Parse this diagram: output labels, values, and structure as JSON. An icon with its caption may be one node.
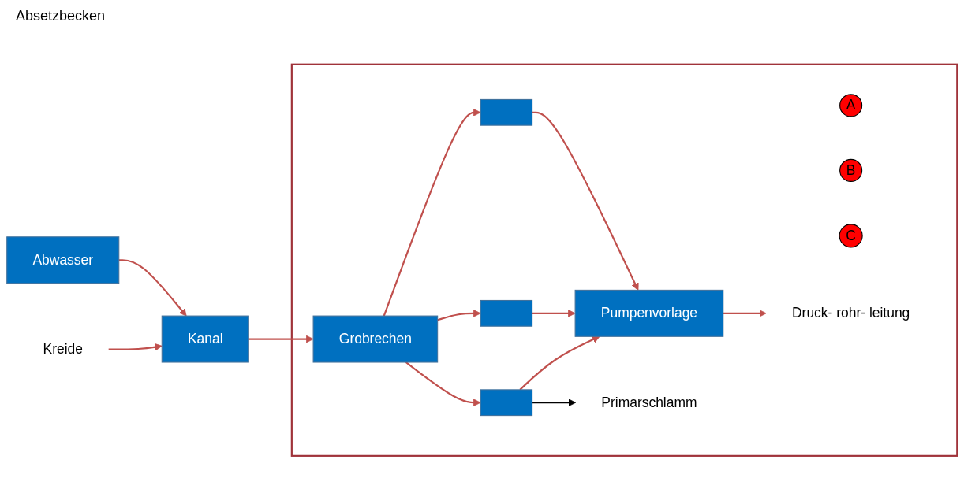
{
  "diagram": {
    "nodes": [
      {
        "text": [
          "Abwasser"
        ]
      },
      {
        "text": [
          "Kreide"
        ]
      },
      {
        "text": [
          "Kanal"
        ]
      },
      {
        "text": [],
        "shape": "box"
      },
      {
        "text": [
          "Grobrechen"
        ],
        "in": 3
      },
      {
        "text": [
          "A"
        ],
        "in": 3
      },
      {
        "text": [
          "B"
        ],
        "in": 3
      },
      {
        "text": [],
        "shape": "box",
        "in": 3
      },
      {
        "text": [],
        "shape": "box",
        "in": 3
      },
      {
        "text": [],
        "shape": "box",
        "in": 3
      },
      {
        "text": [
          "Pumpenvorlage"
        ],
        "in": 3
      },
      {
        "text": [
          "C"
        ],
        "in": 3
      },
      {
        "text": [
          "Druck- rohr- leitung"
        ],
        "in": 3
      },
      {
        "text": [
          "Primarschlamm"
        ],
        "in": 3
      }
    ],
    "edges": [
      {
        "from": 0,
        "to": 2,
        "arrow": "to"
      },
      {
        "from": 1,
        "to": 2,
        "arrow": "to"
      },
      {
        "from": 2,
        "to": 4,
        "arrow": "to"
      },
      {
        "from": 4,
        "to": 7,
        "arrow": "to"
      },
      {
        "from": 4,
        "to": 8,
        "arrow": "to"
      },
      {
        "from": 4,
        "to": 9,
        "arrow": "to"
      },
      {
        "from": 7,
        "to": 10,
        "arrow": "to"
      },
      {
        "from": 8,
        "to": 10,
        "arrow": "to"
      },
      {
        "from": 9,
        "to": 10,
        "arrow": "to"
      },
      {
        "from": 10,
        "to": 12,
        "arrow": "to"
      },
      {
        "from": 9,
        "to": 13,
        "arrow": "to",
        "color": "#000000"
      }
    ],
    "labels": [
      "Absetzbecken"
    ]
  }
}
